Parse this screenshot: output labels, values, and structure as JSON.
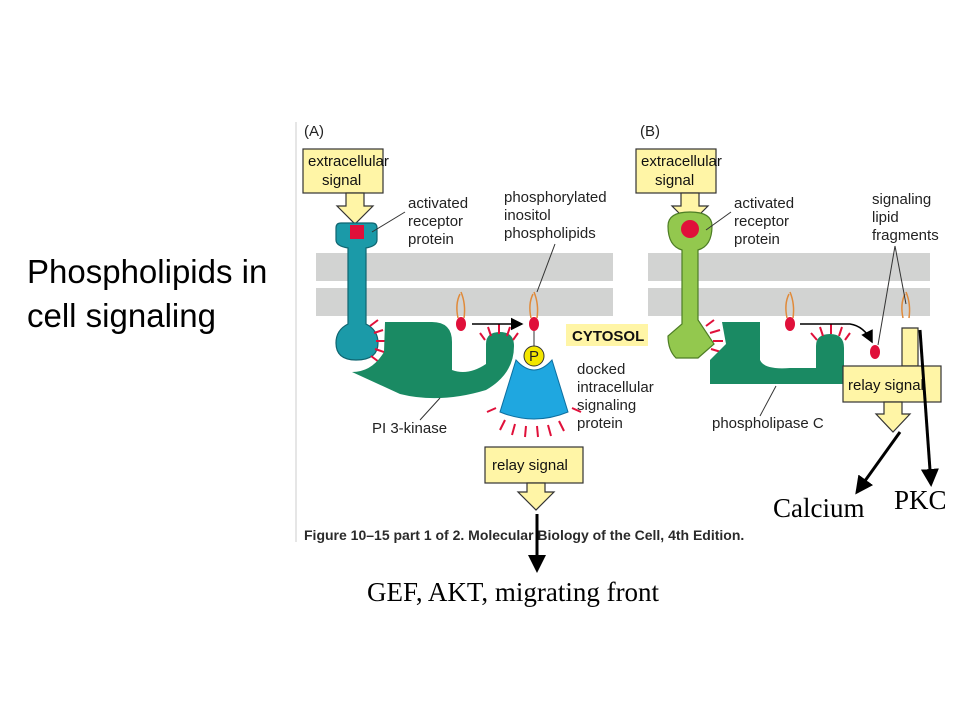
{
  "slide": {
    "title_line1": "Phospholipids in",
    "title_line2": "cell signaling"
  },
  "panel_a": {
    "tag": "(A)",
    "extracellular_signal": [
      "extracellular",
      "signal"
    ],
    "activated_receptor": [
      "activated",
      "receptor",
      "protein"
    ],
    "phosphorylated_inositol": [
      "phosphorylated",
      "inositol",
      "phospholipids"
    ],
    "cytosol": "CYTOSOL",
    "phosphate": "P",
    "docked_protein": [
      "docked",
      "intracellular",
      "signaling",
      "protein"
    ],
    "enzyme": "PI 3-kinase",
    "relay_signal": "relay signal"
  },
  "panel_b": {
    "tag": "(B)",
    "extracellular_signal": [
      "extracellular",
      "signal"
    ],
    "activated_receptor": [
      "activated",
      "receptor",
      "protein"
    ],
    "lipid_fragments": [
      "signaling",
      "lipid",
      "fragments"
    ],
    "enzyme": "phospholipase C",
    "relay_signal": "relay signal"
  },
  "figure_caption": "Figure 10–15 part 1 of 2. Molecular Biology of the Cell, 4th Edition.",
  "annotations": {
    "calcium": "Calcium",
    "pkc": "PKC",
    "downstream": "GEF, AKT, migrating front"
  },
  "colors": {
    "membrane": "#d2d3d2",
    "signal_box": "#fff5a6",
    "receptor_a": "#1b9aa8",
    "receptor_b": "#93c84e",
    "enzyme": "#1a8a63",
    "docked_protein": "#1fa7e0",
    "lipid_head": "#e0103a",
    "phosphate": "#f3e600"
  }
}
